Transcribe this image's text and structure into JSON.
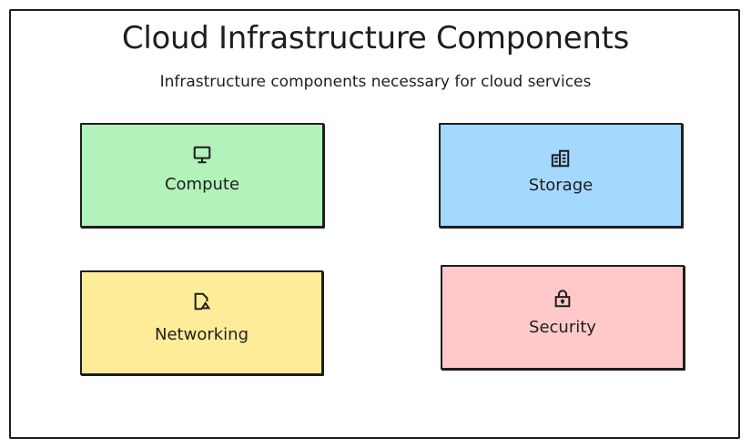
{
  "title": "Cloud Infrastructure Components",
  "subtitle": "Infrastructure components necessary for cloud services",
  "components": [
    {
      "id": "compute",
      "label": "Compute",
      "icon": "monitor-icon",
      "color": "#b2f2bb"
    },
    {
      "id": "storage",
      "label": "Storage",
      "icon": "server-building-icon",
      "color": "#a5d8ff"
    },
    {
      "id": "networking",
      "label": "Networking",
      "icon": "file-network-icon",
      "color": "#ffec99"
    },
    {
      "id": "security",
      "label": "Security",
      "icon": "lock-icon",
      "color": "#ffc9c9"
    }
  ],
  "colors": {
    "stroke": "#1e1e1e",
    "background": "#ffffff"
  }
}
